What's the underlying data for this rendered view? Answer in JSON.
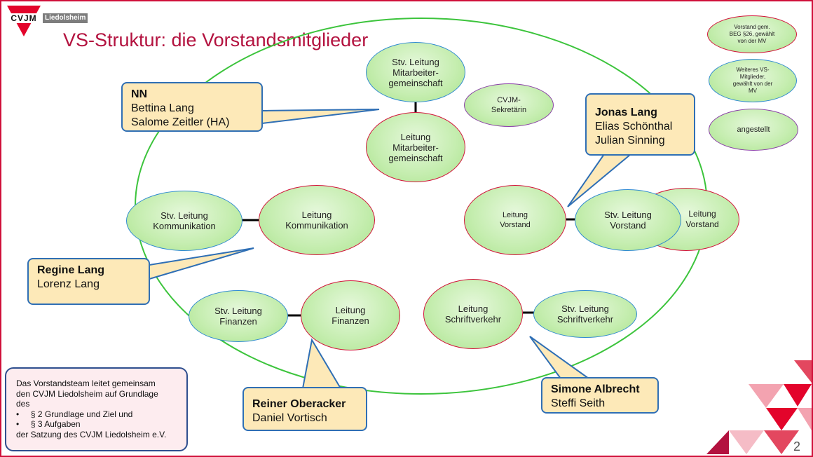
{
  "logo": {
    "mark": "CVJM",
    "location": "Liedolsheim"
  },
  "title": "VS-Struktur: die Vorstandsmitglieder",
  "legend": [
    {
      "label": "Vorstand gem.\nBEG §26, gewählt\nvon der MV",
      "border": "red"
    },
    {
      "label": "Weiteres VS-\nMitglieder,\ngewählt von der\nMV",
      "border": "blue"
    },
    {
      "label": "angestellt",
      "border": "purple"
    }
  ],
  "nodes": {
    "stv_ltg_mitarbeiter": "Stv. Leitung\nMitarbeiter-\ngemeinschaft",
    "ltg_mitarbeiter": "Leitung\nMitarbeiter-\ngemeinschaft",
    "sekretaerin": "CVJM-\nSekretärin",
    "stv_ltg_kommunikation": "Stv. Leitung\nKommunikation",
    "ltg_kommunikation": "Leitung\nKommunikation",
    "ltg_vorstand": "Leitung\nVorstand",
    "stv_ltg_vorstand": "Stv. Leitung\nVorstand",
    "ltg_vorstand_back": "Leitung\nVorstand",
    "stv_ltg_finanzen": "Stv. Leitung\nFinanzen",
    "ltg_finanzen": "Leitung\nFinanzen",
    "ltg_schriftverkehr": "Leitung\nSchriftverkehr",
    "stv_ltg_schriftverkehr": "Stv. Leitung\nSchriftverkehr"
  },
  "callouts": {
    "mitarbeiter": {
      "head": "NN",
      "lines": [
        "Bettina Lang",
        "Salome Zeitler (HA)"
      ]
    },
    "vorstand": {
      "head": "Jonas Lang",
      "lines": [
        "Elias Schönthal",
        "Julian Sinning"
      ]
    },
    "kommunikation": {
      "head": "Regine Lang",
      "lines": [
        "Lorenz Lang"
      ]
    },
    "finanzen": {
      "head": "Reiner Oberacker",
      "lines": [
        "Daniel Vortisch"
      ]
    },
    "schriftverkehr": {
      "head": "Simone Albrecht",
      "lines": [
        "Steffi Seith"
      ]
    }
  },
  "info": {
    "lines": [
      "Das Vorstandsteam leitet gemeinsam",
      "den CVJM Liedolsheim auf Grundlage",
      "des"
    ],
    "bullets": [
      "§ 2 Grundlage und Ziel und",
      "§ 3 Aufgaben"
    ],
    "footer": "der Satzung des CVJM Liedolsheim e.V."
  },
  "page_number": "2",
  "colors": {
    "accent": "#b3123f",
    "red_border": "#d2143a",
    "blue_border": "#2f8ad1",
    "purple_border": "#8a3fa8",
    "big_ring": "#3cc43c",
    "callout_fill": "#fde9b8"
  }
}
